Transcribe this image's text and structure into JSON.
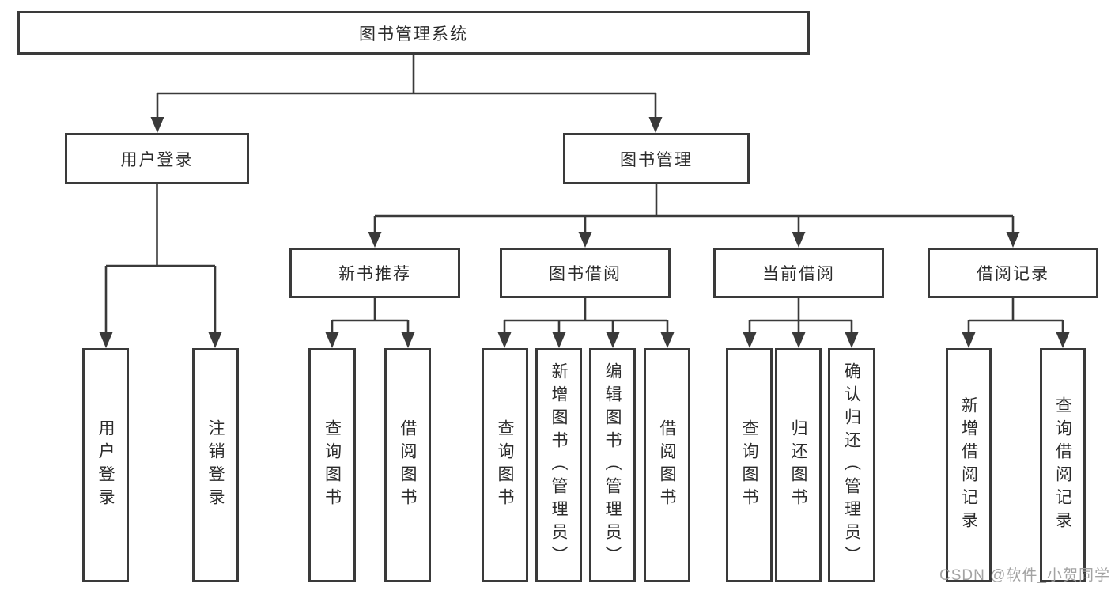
{
  "diagram": {
    "root": {
      "label": "图书管理系统"
    },
    "level2": [
      {
        "label": "用户登录"
      },
      {
        "label": "图书管理"
      }
    ],
    "level3": [
      {
        "label": "新书推荐",
        "parent": "图书管理"
      },
      {
        "label": "图书借阅",
        "parent": "图书管理"
      },
      {
        "label": "当前借阅",
        "parent": "图书管理"
      },
      {
        "label": "借阅记录",
        "parent": "图书管理"
      }
    ],
    "leaves": [
      {
        "label": "用户登录",
        "parent": "用户登录"
      },
      {
        "label": "注销登录",
        "parent": "用户登录"
      },
      {
        "label": "查询图书",
        "parent": "新书推荐"
      },
      {
        "label": "借阅图书",
        "parent": "新书推荐"
      },
      {
        "label": "查询图书",
        "parent": "图书借阅"
      },
      {
        "label": "新增图书（管理员）",
        "parent": "图书借阅"
      },
      {
        "label": "编辑图书（管理员）",
        "parent": "图书借阅"
      },
      {
        "label": "借阅图书",
        "parent": "图书借阅"
      },
      {
        "label": "查询图书",
        "parent": "当前借阅"
      },
      {
        "label": "归还图书",
        "parent": "当前借阅"
      },
      {
        "label": "确认归还（管理员）",
        "parent": "当前借阅"
      },
      {
        "label": "新增借阅记录",
        "parent": "借阅记录"
      },
      {
        "label": "查询借阅记录",
        "parent": "借阅记录"
      }
    ]
  },
  "watermark": "CSDN @软件_小贺同学",
  "colors": {
    "line": "#3a3a3a",
    "box_border": "#3a3a3a",
    "text": "#2b2b2b",
    "background": "#ffffff",
    "watermark": "#9e9e9e"
  }
}
